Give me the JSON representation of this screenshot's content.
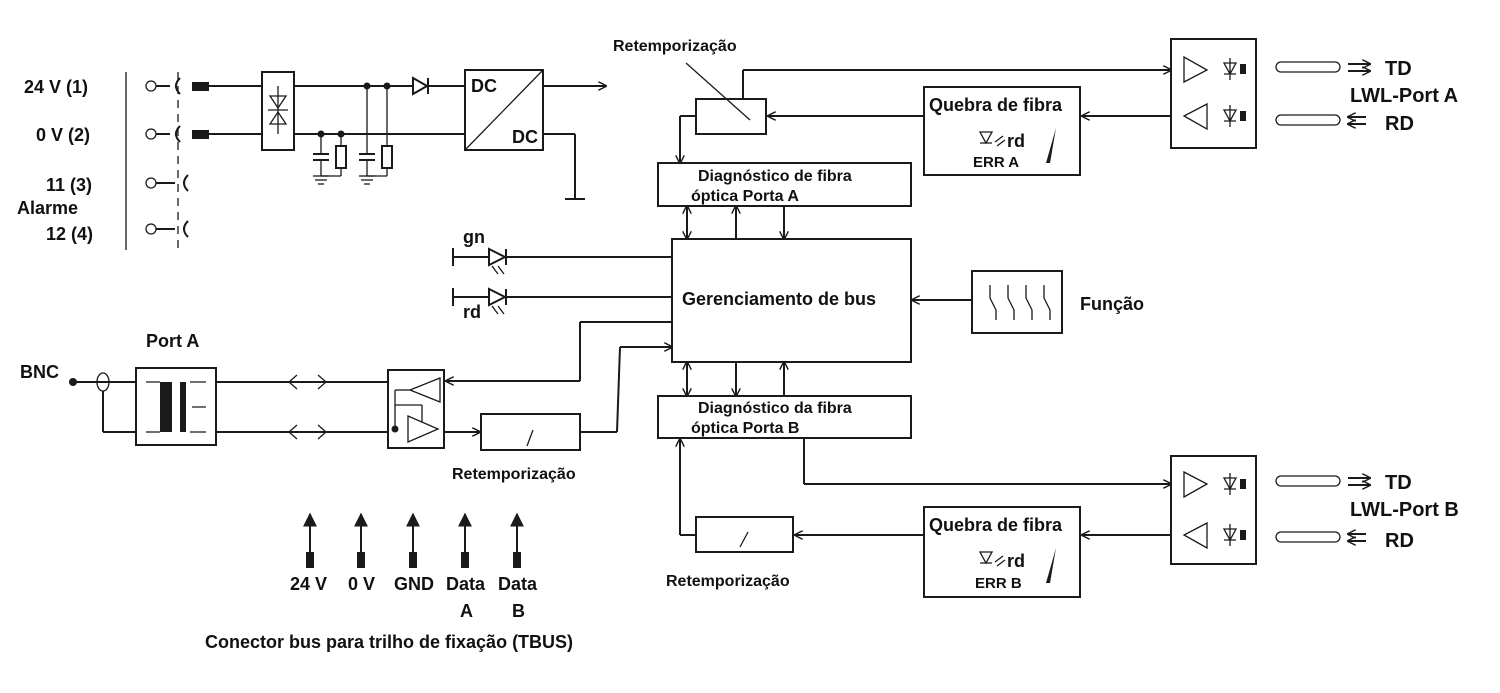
{
  "terminals": {
    "t1": "24 V (1)",
    "t2": "0 V (2)",
    "t3": "11 (3)",
    "alarm": "Alarme",
    "t4": "12 (4)"
  },
  "dcdc": {
    "in": "DC",
    "out": "DC"
  },
  "retime": {
    "top": "Retemporização",
    "port_a_in": "Retemporização",
    "bottom": "Retemporização"
  },
  "fiber_diag": {
    "a_line1": "Diagnóstico de fibra",
    "a_line2": "óptica Porta A",
    "b_line1": "Diagnóstico da fibra",
    "b_line2": "óptica Porta B"
  },
  "fiber_break": {
    "a_title": "Quebra de fibra",
    "a_led": "rd",
    "a_err": "ERR A",
    "b_title": "Quebra de fibra",
    "b_led": "rd",
    "b_err": "ERR B"
  },
  "bus_mgmt": "Gerenciamento de bus",
  "leds": {
    "green": "gn",
    "red": "rd"
  },
  "function": "Função",
  "port_a": "Port A",
  "bnc": "BNC",
  "lwl_a": {
    "td": "TD",
    "name": "LWL-Port A",
    "rd": "RD"
  },
  "lwl_b": {
    "td": "TD",
    "name": "LWL-Port B",
    "rd": "RD"
  },
  "tbus": {
    "pins": [
      "24 V",
      "0 V",
      "GND",
      "Data",
      "Data"
    ],
    "pin_sub": [
      "",
      "",
      "",
      "A",
      "B"
    ],
    "caption": "Conector bus para trilho de fixação (TBUS)"
  }
}
